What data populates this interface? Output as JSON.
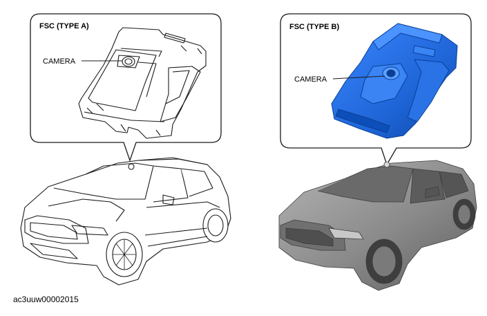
{
  "panels": {
    "type_a": {
      "title": "FSC (TYPE A)",
      "label": "CAMERA"
    },
    "type_b": {
      "title": "FSC (TYPE B)",
      "label": "CAMERA"
    }
  },
  "figure_code": "ac3uuw00002015",
  "colors": {
    "line": "#1a1a1a",
    "highlight": "#1f66d8",
    "highlight_dark": "#0b3f99",
    "render_body": "#8c8c8c",
    "render_dark": "#4a4a4a"
  }
}
